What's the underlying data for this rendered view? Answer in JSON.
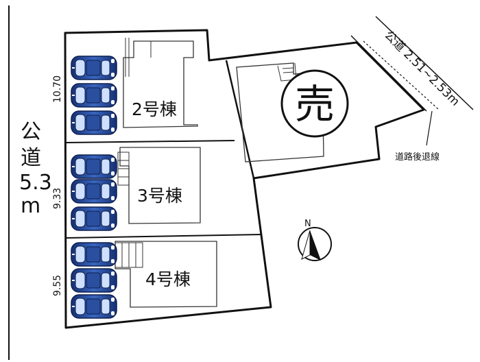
{
  "road_west": {
    "label_line1": "公",
    "label_line2": "道",
    "label_line3": "5.3",
    "label_line4": "m"
  },
  "road_east": {
    "label": "公道 2.51~2.53m"
  },
  "setback_note": "道路後退線",
  "lots": [
    {
      "name": "2号棟",
      "frontage": "10.70"
    },
    {
      "name": "3号棟",
      "frontage": "9.33"
    },
    {
      "name": "4号棟",
      "frontage": "9.55"
    }
  ],
  "sold_lot": {
    "badge": "売"
  },
  "north_label": "N",
  "colors": {
    "car_body": "#2a4f9e",
    "car_light": "#6f93d6",
    "car_dark": "#132c6b",
    "line": "#111111",
    "sold_badge": "#111111"
  }
}
